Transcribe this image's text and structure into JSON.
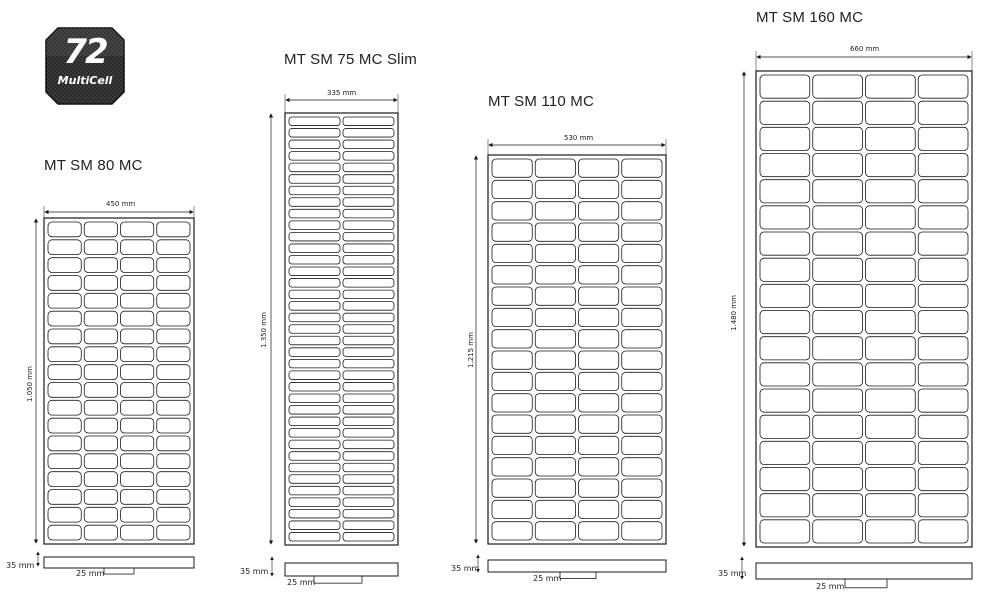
{
  "logo": {
    "number": "72",
    "label": "MultiCell"
  },
  "panels": [
    {
      "id": "sm80",
      "title": "MT SM 80 MC",
      "width_label": "450 mm",
      "height_label": "1.050 mm",
      "thickness_label": "35 mm",
      "frame_label": "25 mm",
      "columns": 4,
      "rows": 18
    },
    {
      "id": "sm75",
      "title": "MT SM 75 MC Slim",
      "width_label": "335 mm",
      "height_label": "1.350 mm",
      "thickness_label": "35 mm",
      "frame_label": "25 mm",
      "columns": 2,
      "rows": 37
    },
    {
      "id": "sm110",
      "title": "MT SM 110 MC",
      "width_label": "530 mm",
      "height_label": "1.215 mm",
      "thickness_label": "35 mm",
      "frame_label": "25 mm",
      "columns": 4,
      "rows": 18
    },
    {
      "id": "sm160",
      "title": "MT SM 160 MC",
      "width_label": "660 mm",
      "height_label": "1.480 mm",
      "thickness_label": "35 mm",
      "frame_label": "25 mm",
      "columns": 4,
      "rows": 18
    }
  ],
  "colors": {
    "line": "#1a1a1a",
    "background": "#ffffff",
    "logo_bg": "#2a2a2a"
  }
}
